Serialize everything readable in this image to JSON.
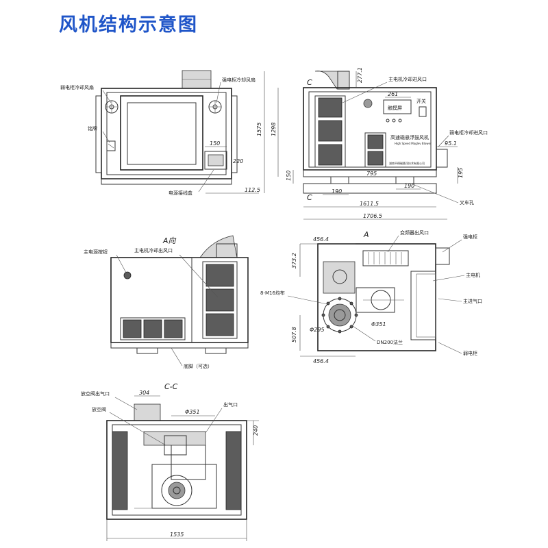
{
  "title": "风机结构示意图",
  "front_view": {
    "labels": {
      "fan": "弱电柜冷却风扇",
      "fan2": "强电柜冷却风扇",
      "nameplate": "铭牌",
      "junction_box": "电源接线盒"
    },
    "dims": {
      "d150": "150",
      "d220": "220",
      "d1125": "112.5"
    }
  },
  "side_view": {
    "labels": {
      "motor_inlet": "主电机冷却进风口",
      "touchscreen": "触摸屏",
      "switch": "开关",
      "product_name": "高速磁悬浮鼓风机",
      "product_name_en": "High Speed Maglev Blower",
      "company": "湖南平德磁悬浮技术有限公司",
      "weak_inlet": "弱电柜冷却进风口",
      "forklift": "叉车孔"
    },
    "dims": {
      "d1575": "1575",
      "d1298": "1298",
      "d150": "150",
      "d195": "195",
      "d261": "261",
      "d2771": "277.1",
      "d951": "95.1",
      "d795": "795",
      "d190a": "190",
      "d190b": "190",
      "d16115": "1611.5",
      "d17065": "1706.5"
    },
    "section_marks": {
      "top": "C",
      "bottom": "C"
    }
  },
  "a_view": {
    "view_title": "A向",
    "labels": {
      "emergency_stop": "主电源按钮",
      "motor_outlet": "主电机冷却出风口",
      "base": "底脚（可选）"
    }
  },
  "top_view": {
    "labels": {
      "inverter_outlet": "变频器出风口",
      "strong_cabinet": "强电柜",
      "motor": "主电机",
      "main_inlet": "主进气口",
      "weak_cabinet": "弱电柜",
      "bolts": "8-M16均布",
      "flange": "DN200法兰",
      "a_arrow": "A"
    },
    "dims": {
      "d4564a": "456.4",
      "d3732": "373.2",
      "d5078": "507.8",
      "d4564b": "456.4",
      "d295": "Φ295",
      "d351": "Φ351"
    }
  },
  "section_view": {
    "view_title": "C-C",
    "labels": {
      "relief_outlet": "放空阀出气口",
      "relief_valve": "放空阀",
      "outlet": "出气口"
    },
    "dims": {
      "d304": "304",
      "d351": "Φ351",
      "d240": "240",
      "d1535": "1535"
    }
  }
}
